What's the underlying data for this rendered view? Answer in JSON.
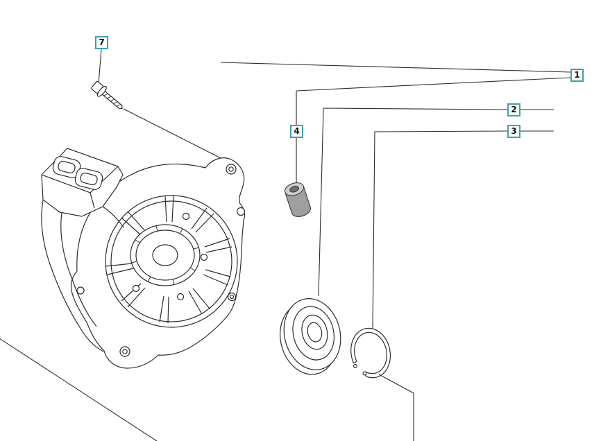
{
  "diagram": {
    "background_color": "#ffffff",
    "line_color": "#2b2b2b",
    "callout_border_color": "#3fa0ac",
    "callouts": [
      {
        "number": "1",
        "part": "housing"
      },
      {
        "number": "2",
        "part": "bearing"
      },
      {
        "number": "3",
        "part": "retaining-ring"
      },
      {
        "number": "4",
        "part": "bushing"
      },
      {
        "number": "7",
        "part": "screw"
      }
    ]
  }
}
